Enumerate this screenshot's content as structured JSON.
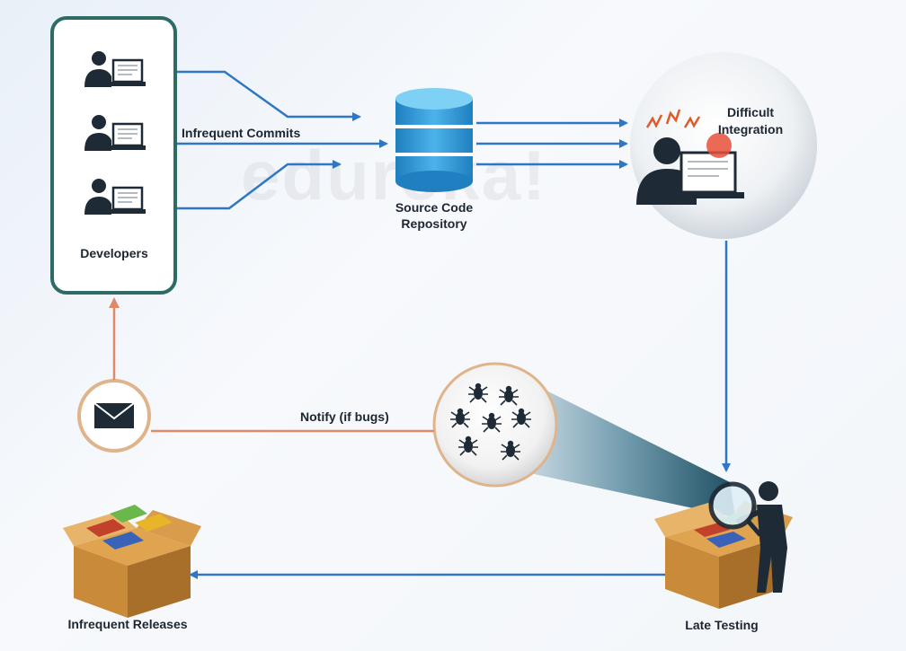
{
  "watermark": "edureka!",
  "labels": {
    "developers": "Developers",
    "infrequent_commits": "Infrequent Commits",
    "source_code_repository": [
      "Source Code",
      "Repository"
    ],
    "difficult_integration": [
      "Difficult",
      "Integration"
    ],
    "notify": "Notify (if bugs)",
    "late_testing": "Late Testing",
    "infrequent_releases": "Infrequent Releases"
  },
  "colors": {
    "teal_border": "#2e6b66",
    "blue_arrow": "#2f77c4",
    "orange_arrow": "#e0896a",
    "database_blue": "#2f9bd8",
    "dark_figure": "#1e2a36",
    "box_brown": "#c98a3a"
  },
  "icons": [
    "developer-laptop-icon",
    "database-icon",
    "frustrated-developer-icon",
    "envelope-icon",
    "bug-icon",
    "magnifier-person-icon",
    "box-icon"
  ]
}
